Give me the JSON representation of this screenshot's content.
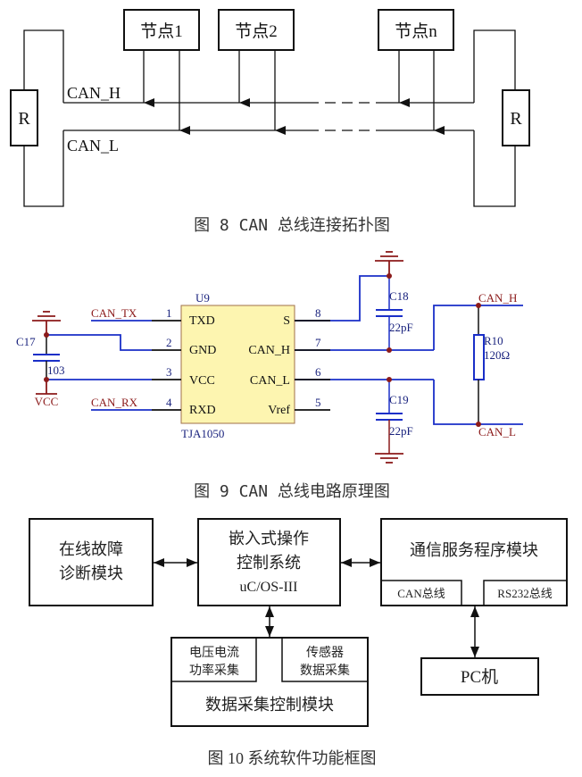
{
  "fig8": {
    "caption": "图 8 CAN 总线连接拓扑图",
    "nodes": [
      "节点1",
      "节点2",
      "节点n"
    ],
    "bus_high_label": "CAN_H",
    "bus_low_label": "CAN_L",
    "left_resistor_label": "R",
    "right_resistor_label": "R"
  },
  "fig9": {
    "caption": "图 9 CAN 总线电路原理图",
    "chip": {
      "ref": "U9",
      "part": "TJA1050",
      "left_pins": [
        {
          "num": "1",
          "name": "TXD",
          "net": "CAN_TX"
        },
        {
          "num": "2",
          "name": "GND",
          "net": ""
        },
        {
          "num": "3",
          "name": "VCC",
          "net": ""
        },
        {
          "num": "4",
          "name": "RXD",
          "net": "CAN_RX"
        }
      ],
      "right_pins": [
        {
          "num": "8",
          "name": "S"
        },
        {
          "num": "7",
          "name": "CAN_H"
        },
        {
          "num": "6",
          "name": "CAN_L"
        },
        {
          "num": "5",
          "name": "Vref"
        }
      ]
    },
    "c17": {
      "ref": "C17",
      "value": "103"
    },
    "vcc_label": "VCC",
    "c18": {
      "ref": "C18",
      "value": "22pF"
    },
    "c19": {
      "ref": "C19",
      "value": "22pF"
    },
    "r10": {
      "ref": "R10",
      "value": "120Ω"
    },
    "net_can_h": "CAN_H",
    "net_can_l": "CAN_L",
    "colors": {
      "wire_blue": "#1a2fc8",
      "wire_black": "#111111",
      "power_red": "#8b1a1a",
      "label_navy": "#1a237e",
      "label_red": "#8b1a1a",
      "chip_fill": "#fdf5b0",
      "chip_border": "#a0704a"
    }
  },
  "fig10": {
    "caption": "图 10 系统软件功能框图",
    "fault_module": [
      "在线故障",
      "诊断模块"
    ],
    "os_module": [
      "嵌入式操作",
      "控制系统",
      "uC/OS-III"
    ],
    "comm_module": {
      "title": "通信服务程序模块",
      "sub_left": "CAN总线",
      "sub_right": "RS232总线"
    },
    "pc": "PC机",
    "acq_module": {
      "title": "数据采集控制模块",
      "sub_left": [
        "电压电流",
        "功率采集"
      ],
      "sub_right": [
        "传感器",
        "数据采集"
      ]
    }
  }
}
